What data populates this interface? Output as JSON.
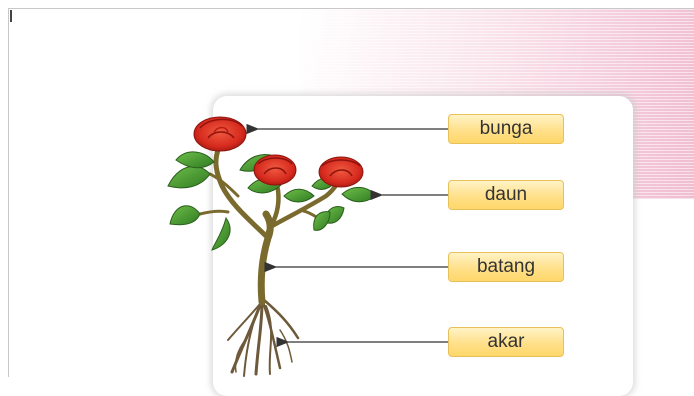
{
  "diagram": {
    "labels": [
      {
        "key": "flower",
        "text": "bunga"
      },
      {
        "key": "leaf",
        "text": "daun"
      },
      {
        "key": "stem",
        "text": "batang"
      },
      {
        "key": "root",
        "text": "akar"
      }
    ]
  },
  "colors": {
    "label_fill": "#ffe08a",
    "label_border": "#e8c05a",
    "arrow": "#333333",
    "petal": "#d62a1e",
    "leaf": "#3f8f2e",
    "stem": "#7a6a2e",
    "background_band": "#eeb0c8"
  }
}
